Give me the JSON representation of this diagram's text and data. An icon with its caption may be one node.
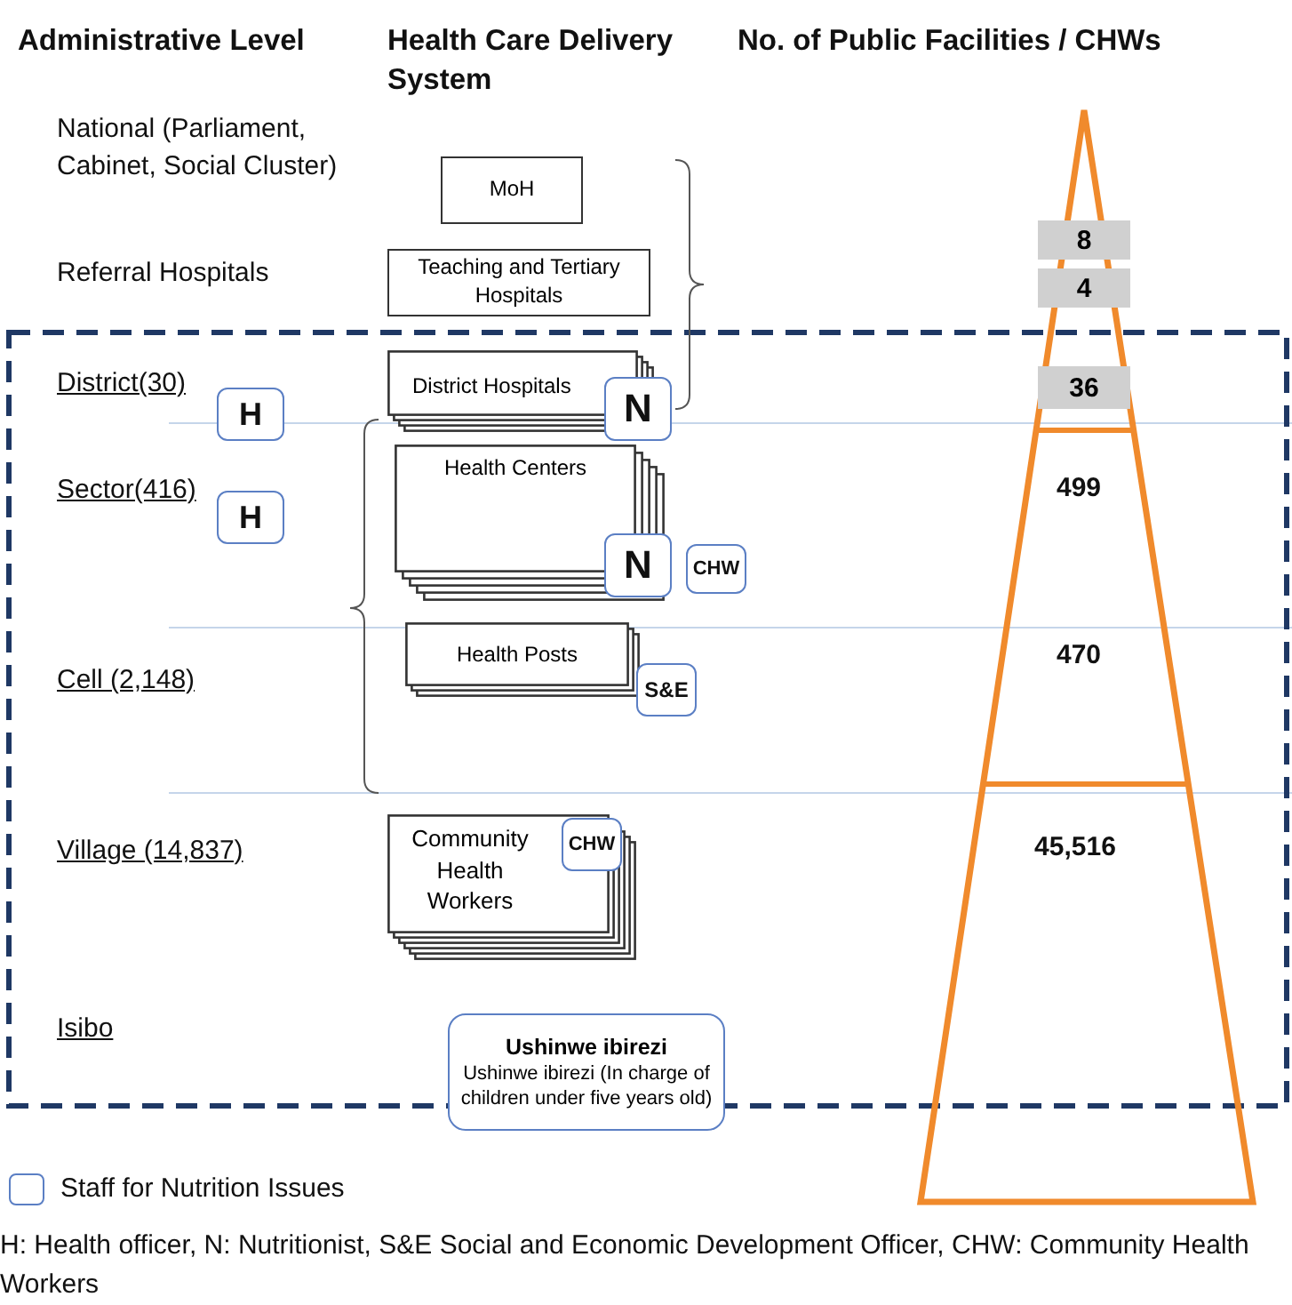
{
  "diagram": {
    "nodes": [
      {
        "text": [
          "MoH"
        ]
      },
      {
        "text": [
          "8"
        ]
      },
      {
        "text": [
          "Teaching and Tertiary Hospitals"
        ]
      },
      {
        "text": [
          "4"
        ]
      },
      {
        "text": [
          "H"
        ]
      },
      {
        "text": [
          "District Hospitals"
        ]
      },
      {
        "text": [
          "N"
        ]
      },
      {
        "text": [
          "36"
        ]
      },
      {
        "text": [
          "H"
        ]
      },
      {
        "text": [
          "Health Centers"
        ]
      },
      {
        "text": [
          "N"
        ]
      },
      {
        "text": [
          "CHW"
        ]
      },
      {
        "text": [
          "Health Posts"
        ]
      },
      {
        "text": [
          "S&E"
        ]
      },
      {
        "text": [
          "Community Health Workers"
        ]
      },
      {
        "text": [
          "CHW"
        ]
      },
      {
        "text": [
          "Ushinwe ibirezi",
          "Ushinwe ibirezi (In charge of children under five years old)"
        ]
      }
    ],
    "labels": [
      "Administrative Level",
      "Health Care Delivery System",
      "No. of Public Facilities / CHWs",
      "National (Parliament, Cabinet, Social Cluster)",
      "Referral Hospitals",
      "District(30)",
      "Sector(416)",
      "499",
      "Cell (2,148)",
      "470",
      "Village (14,837)",
      "45,516",
      "Isibo",
      "H: Health officer, N: Nutritionist, S&E Social and Economic Development Officer, CHW: Community Health Workers"
    ],
    "legend": [
      {
        "text": "Staff for Nutrition Issues"
      }
    ]
  }
}
